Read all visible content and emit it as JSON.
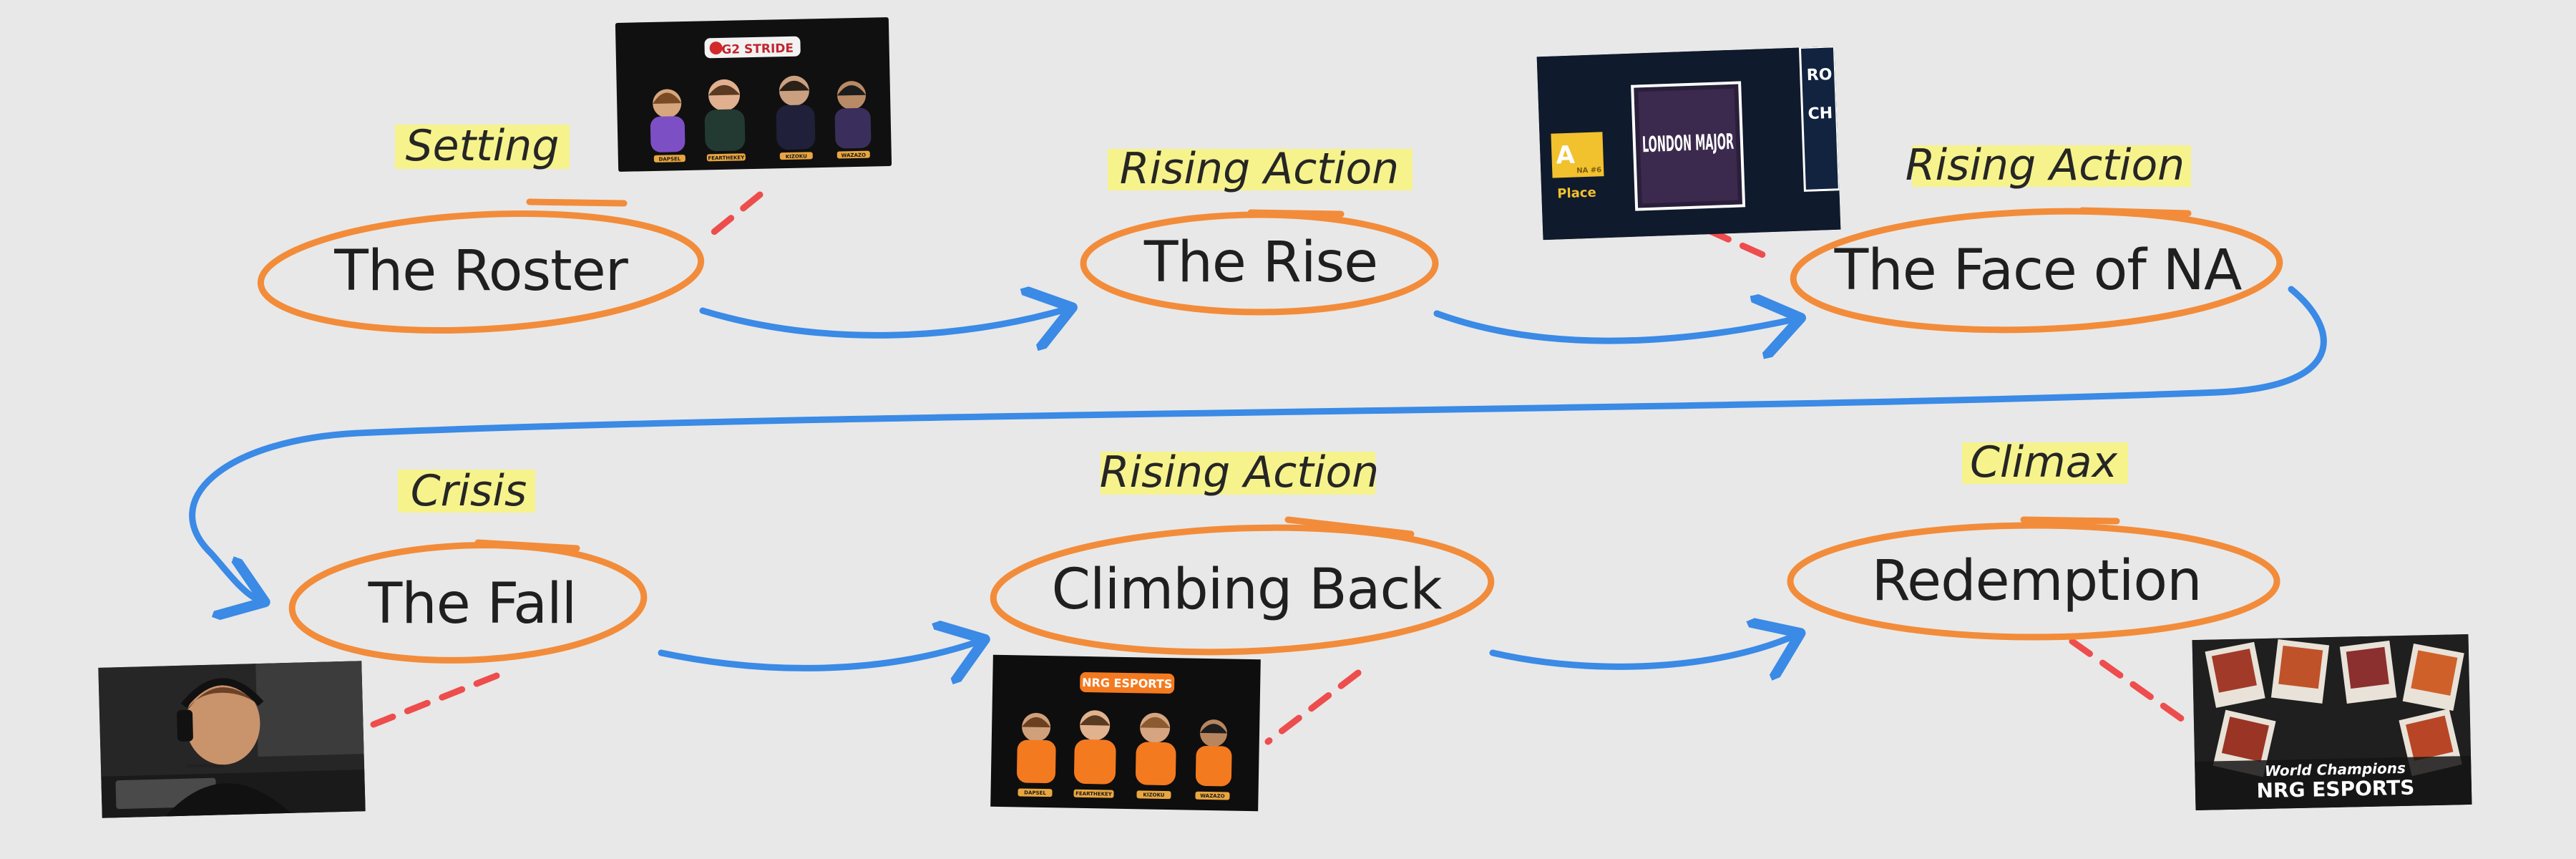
{
  "colors": {
    "background": "#e8e8e8",
    "node_outline": "#f28c3a",
    "flow_arrow": "#3a8ae6",
    "image_link": "#ee4d4d",
    "label_highlight": "#f6f38c",
    "org_orange": "#f47a20"
  },
  "nodes": [
    {
      "title": "The Roster",
      "stage": "Setting"
    },
    {
      "title": "The Rise",
      "stage": "Rising Action"
    },
    {
      "title": "The Face of NA",
      "stage": "Rising Action"
    },
    {
      "title": "The Fall",
      "stage": "Crisis"
    },
    {
      "title": "Climbing Back",
      "stage": "Rising Action"
    },
    {
      "title": "Redemption",
      "stage": "Climax"
    }
  ],
  "images": {
    "roster": {
      "banner": "G2 STRIDE",
      "players": [
        "DAPSEL",
        "FEARTHEKEY",
        "KIZOKU",
        "WAZAZO"
      ]
    },
    "major": {
      "event": "LONDON MAJOR",
      "left_text": "A",
      "left_sub": "NA #6",
      "place": "Place",
      "right_line1": "RO",
      "right_line2": "CH"
    },
    "fall": {
      "subject": "player at desk"
    },
    "climb": {
      "banner": "NRG ESPORTS",
      "players": [
        "DAPSEL",
        "FEARTHEKEY",
        "KIZOKU",
        "WAZAZO"
      ]
    },
    "champions": {
      "script": "World Champions",
      "org": "NRG ESPORTS"
    }
  }
}
